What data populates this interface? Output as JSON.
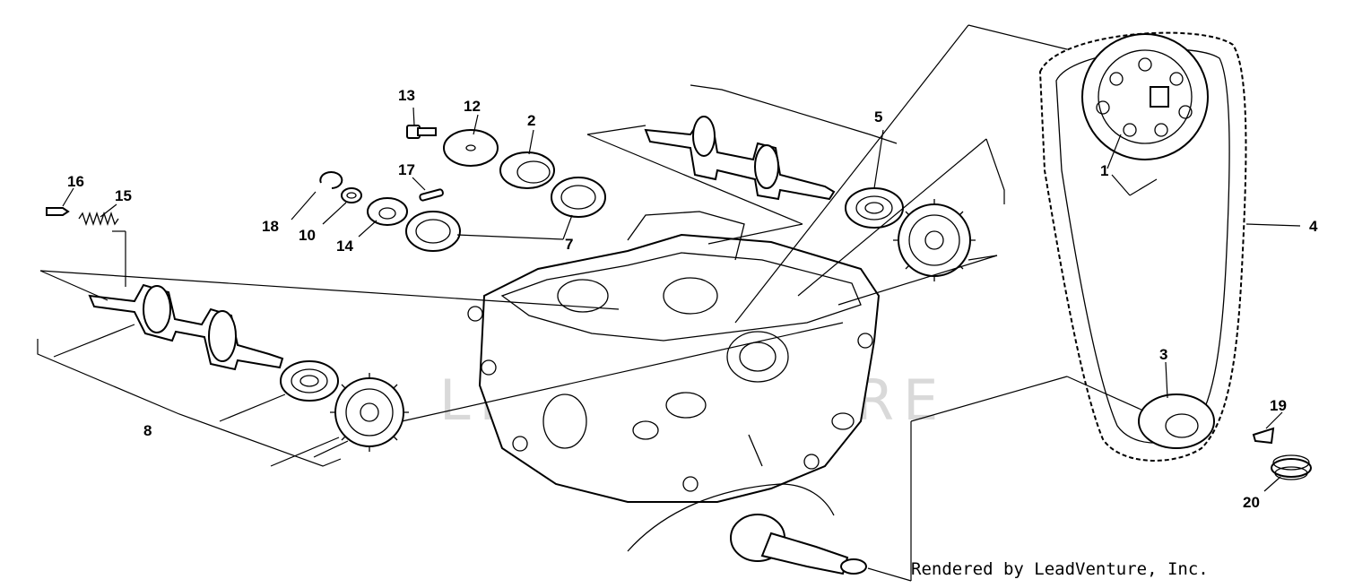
{
  "watermark": "LEADVENTURE",
  "credit": "Rendered by LeadVenture, Inc.",
  "callouts": {
    "c1": "1",
    "c2": "2",
    "c3": "3",
    "c4": "4",
    "c5": "5",
    "c7": "7",
    "c8": "8",
    "c10": "10",
    "c12": "12",
    "c13": "13",
    "c14": "14",
    "c15": "15",
    "c16": "16",
    "c17": "17",
    "c18": "18",
    "c19": "19",
    "c20": "20"
  }
}
